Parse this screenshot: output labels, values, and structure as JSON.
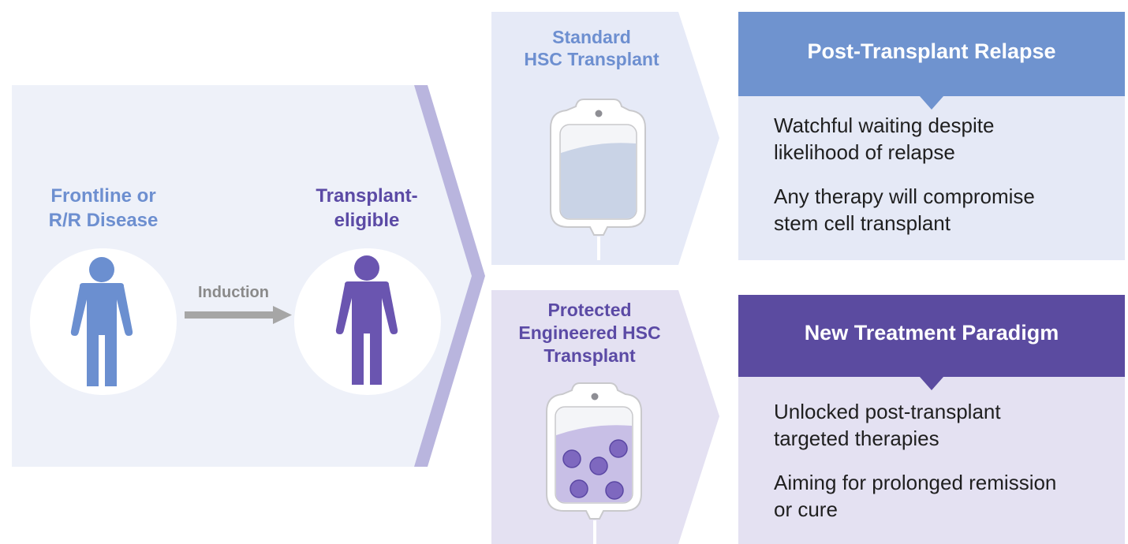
{
  "left_panel": {
    "frontline_label": "Frontline or\nR/R Disease",
    "arrow_label": "Induction",
    "eligible_label": "Transplant-\neligible"
  },
  "standard": {
    "title": "Standard\nHSC Transplant",
    "outcome_title": "Post-Transplant Relapse",
    "bullets": [
      "Watchful waiting despite\nlikelihood of relapse",
      "Any therapy will compromise\nstem cell transplant"
    ]
  },
  "protected": {
    "title": "Protected\nEngineered HSC\nTransplant",
    "outcome_title": "New Treatment Paradigm",
    "bullets": [
      "Unlocked post-transplant\ntargeted therapies",
      "Aiming for prolonged remission\nor cure"
    ]
  },
  "colors": {
    "blue_figure": "#6b8fd0",
    "purple_figure": "#6a55b0",
    "standard_bar": "#6f93cf",
    "protected_bar": "#5b4ba0",
    "label_blue": "#6d8fd0",
    "label_purple": "#5b4aa5"
  }
}
